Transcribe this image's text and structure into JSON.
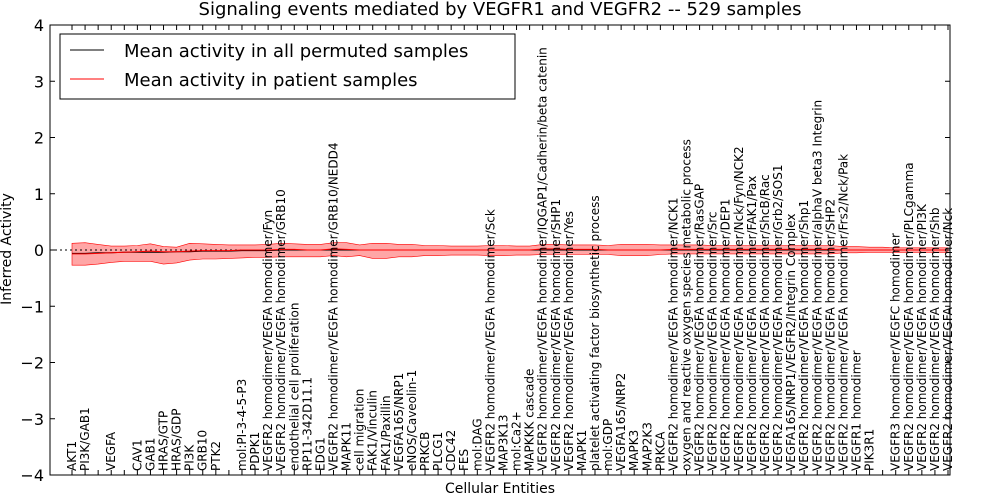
{
  "chart_data": {
    "type": "line",
    "title": "Signaling events mediated by VEGFR1 and VEGFR2 -- 529 samples",
    "xlabel": "Cellular Entities",
    "ylabel": "Inferred Activity",
    "ylim": [
      -4,
      4
    ],
    "yticks": [
      -4,
      -3,
      -2,
      -1,
      0,
      1,
      2,
      3,
      4
    ],
    "ytick_labels": [
      "−4",
      "−3",
      "−2",
      "−1",
      "0",
      "1",
      "2",
      "3",
      "4"
    ],
    "grid": false,
    "legend_position": "top-left",
    "zero_line": "dashed",
    "categories": [
      "AKT1",
      "PI3K/GAB1",
      "",
      "VEGFA",
      "",
      "CAV1",
      "GAB1",
      "HRAS/GTP",
      "HRAS/GDP",
      "PI3K",
      "GRB10",
      "PTK2",
      "",
      "mol:PI-3-4-5-P3",
      "PDPK1",
      "VEGFR2 homodimer/VEGFA homodimer/Fyn",
      "VEGFR2 homodimer/VEGFA homodimer/GRB10",
      "endothelial cell proliferation",
      "RP11-342D11.1",
      "EDG1",
      "VEGFR2 homodimer/VEGFA homodimer/GRB10/NEDD4",
      "MAPK11",
      "cell migration",
      "FAK1/Vinculin",
      "FAK1/Paxillin",
      "VEGFA165/NRP1",
      "eNOS/Caveolin-1",
      "PRKCB",
      "PLCG1",
      "CDC42",
      "FES",
      "mol:DAG",
      "VEGFR2 homodimer/VEGFA homodimer/Sck",
      "MAP3K13",
      "mol:Ca2+",
      "MAPKKK cascade",
      "VEGFR2 homodimer/VEGFA homodimer/IQGAP1/Cadherin/beta catenin",
      "VEGFR2 homodimer/VEGFA homodimer/SHP1",
      "VEGFR2 homodimer/VEGFA homodimer/Yes",
      "MAPK1",
      "platelet activating factor biosynthetic process",
      "mol:GDP",
      "VEGFA165/NRP2",
      "MAPK3",
      "MAP2K3",
      "PRKCA",
      "VEGFR2 homodimer/VEGFA homodimer/NCK1",
      "oxygen and reactive oxygen species metabolic process",
      "VEGFR2 homodimer/VEGFA homodimer/RasGAP",
      "VEGFR2 homodimer/VEGFA homodimer/Src",
      "VEGFR2 homodimer/VEGFA homodimer/DEP1",
      "VEGFR2 homodimer/VEGFA homodimer/Nck/Fyn/NCK2",
      "VEGFR2 homodimer/VEGFA homodimer/FAK1/Pax",
      "VEGFR2 homodimer/VEGFA homodimer/ShcB/Rac",
      "VEGFR2 homodimer/VEGFA homodimer/Grb2/SOS1",
      "VEGFA165/NRP1/VEGFR2/Integrin Complex",
      "VEGFR2 homodimer/VEGFA homodimer/Shp1",
      "VEGFR2 homodimer/VEGFA homodimer/alphaV beta3 Integrin",
      "VEGFR2 homodimer/VEGFA homodimer/SHP2",
      "VEGFR2 homodimer/VEGFA homodimer/Frs2/Nck/Pak",
      "VEGFR1 homodimer",
      "PIK3R1",
      "",
      "VEGFR3 homodimer/VEGFC homodimer",
      "VEGFR2 homodimer/VEGFA homodimer/PLCgamma",
      "VEGFR2 homodimer/VEGFA homodimer/PI3K",
      "VEGFR2 homodimer/VEGFA homodimer/Shb",
      "VEGFR2 homodimer/VEGFA homodimer/Nck"
    ],
    "series": [
      {
        "name": "Mean activity in all permuted samples",
        "color": "#000000",
        "values": [
          -0.06,
          -0.06,
          -0.05,
          -0.05,
          -0.04,
          -0.04,
          -0.04,
          -0.04,
          -0.03,
          -0.03,
          -0.02,
          -0.02,
          -0.02,
          -0.01,
          -0.01,
          -0.01,
          0.0,
          0.0,
          0.0,
          0.0,
          0.0,
          0.0,
          0.0,
          0.0,
          0.0,
          0.0,
          0.0,
          0.0,
          0.0,
          0.0,
          0.0,
          0.0,
          0.0,
          0.0,
          0.0,
          0.0,
          0.0,
          0.0,
          0.0,
          0.0,
          0.0,
          0.0,
          0.0,
          0.0,
          0.0,
          0.0,
          0.0,
          0.0,
          0.0,
          0.0,
          0.0,
          0.0,
          0.0,
          0.0,
          0.0,
          0.0,
          0.0,
          0.0,
          0.0,
          0.0,
          0.0,
          0.0,
          0.0,
          0.0,
          0.0,
          0.0,
          0.0,
          0.0
        ]
      },
      {
        "name": "Mean activity in patient samples",
        "color": "#ff0000",
        "band_color": "#ff9c9c",
        "values": [
          -0.07,
          -0.07,
          -0.06,
          -0.05,
          -0.04,
          -0.03,
          -0.02,
          -0.03,
          -0.03,
          -0.02,
          -0.01,
          -0.01,
          -0.01,
          0.0,
          0.0,
          0.0,
          0.01,
          0.01,
          0.0,
          0.0,
          0.02,
          0.01,
          0.0,
          0.0,
          0.0,
          0.0,
          0.0,
          0.0,
          0.0,
          0.0,
          0.0,
          0.0,
          0.0,
          0.0,
          0.0,
          0.0,
          0.02,
          0.02,
          0.01,
          0.01,
          0.01,
          0.0,
          0.0,
          0.0,
          0.0,
          0.0,
          0.01,
          0.01,
          0.01,
          0.01,
          0.01,
          0.01,
          0.01,
          0.01,
          0.01,
          0.01,
          0.01,
          0.01,
          0.01,
          0.0,
          0.0,
          0.0,
          0.0,
          0.0,
          0.0,
          0.0,
          0.0,
          0.0
        ],
        "band_upper": [
          0.12,
          0.13,
          0.1,
          0.07,
          0.07,
          0.08,
          0.11,
          0.06,
          0.05,
          0.12,
          0.11,
          0.1,
          0.09,
          0.09,
          0.09,
          0.1,
          0.12,
          0.11,
          0.1,
          0.1,
          0.13,
          0.13,
          0.09,
          0.12,
          0.12,
          0.1,
          0.1,
          0.08,
          0.08,
          0.07,
          0.07,
          0.07,
          0.08,
          0.08,
          0.07,
          0.07,
          0.1,
          0.1,
          0.09,
          0.09,
          0.09,
          0.08,
          0.1,
          0.1,
          0.1,
          0.09,
          0.09,
          0.09,
          0.09,
          0.08,
          0.08,
          0.08,
          0.08,
          0.08,
          0.08,
          0.08,
          0.08,
          0.08,
          0.08,
          0.06,
          0.06,
          0.05,
          0.05,
          0.04,
          0.04,
          0.04,
          0.04,
          0.04
        ],
        "band_lower": [
          -0.27,
          -0.27,
          -0.25,
          -0.22,
          -0.2,
          -0.2,
          -0.2,
          -0.25,
          -0.23,
          -0.18,
          -0.16,
          -0.16,
          -0.15,
          -0.14,
          -0.13,
          -0.13,
          -0.12,
          -0.12,
          -0.12,
          -0.12,
          -0.1,
          -0.12,
          -0.1,
          -0.15,
          -0.15,
          -0.12,
          -0.12,
          -0.1,
          -0.1,
          -0.09,
          -0.09,
          -0.09,
          -0.1,
          -0.1,
          -0.09,
          -0.09,
          -0.08,
          -0.08,
          -0.08,
          -0.08,
          -0.08,
          -0.08,
          -0.1,
          -0.1,
          -0.1,
          -0.08,
          -0.07,
          -0.07,
          -0.07,
          -0.07,
          -0.07,
          -0.07,
          -0.07,
          -0.07,
          -0.07,
          -0.07,
          -0.07,
          -0.07,
          -0.07,
          -0.05,
          -0.05,
          -0.04,
          -0.04,
          -0.04,
          -0.04,
          -0.04,
          -0.04,
          -0.04
        ]
      }
    ]
  }
}
